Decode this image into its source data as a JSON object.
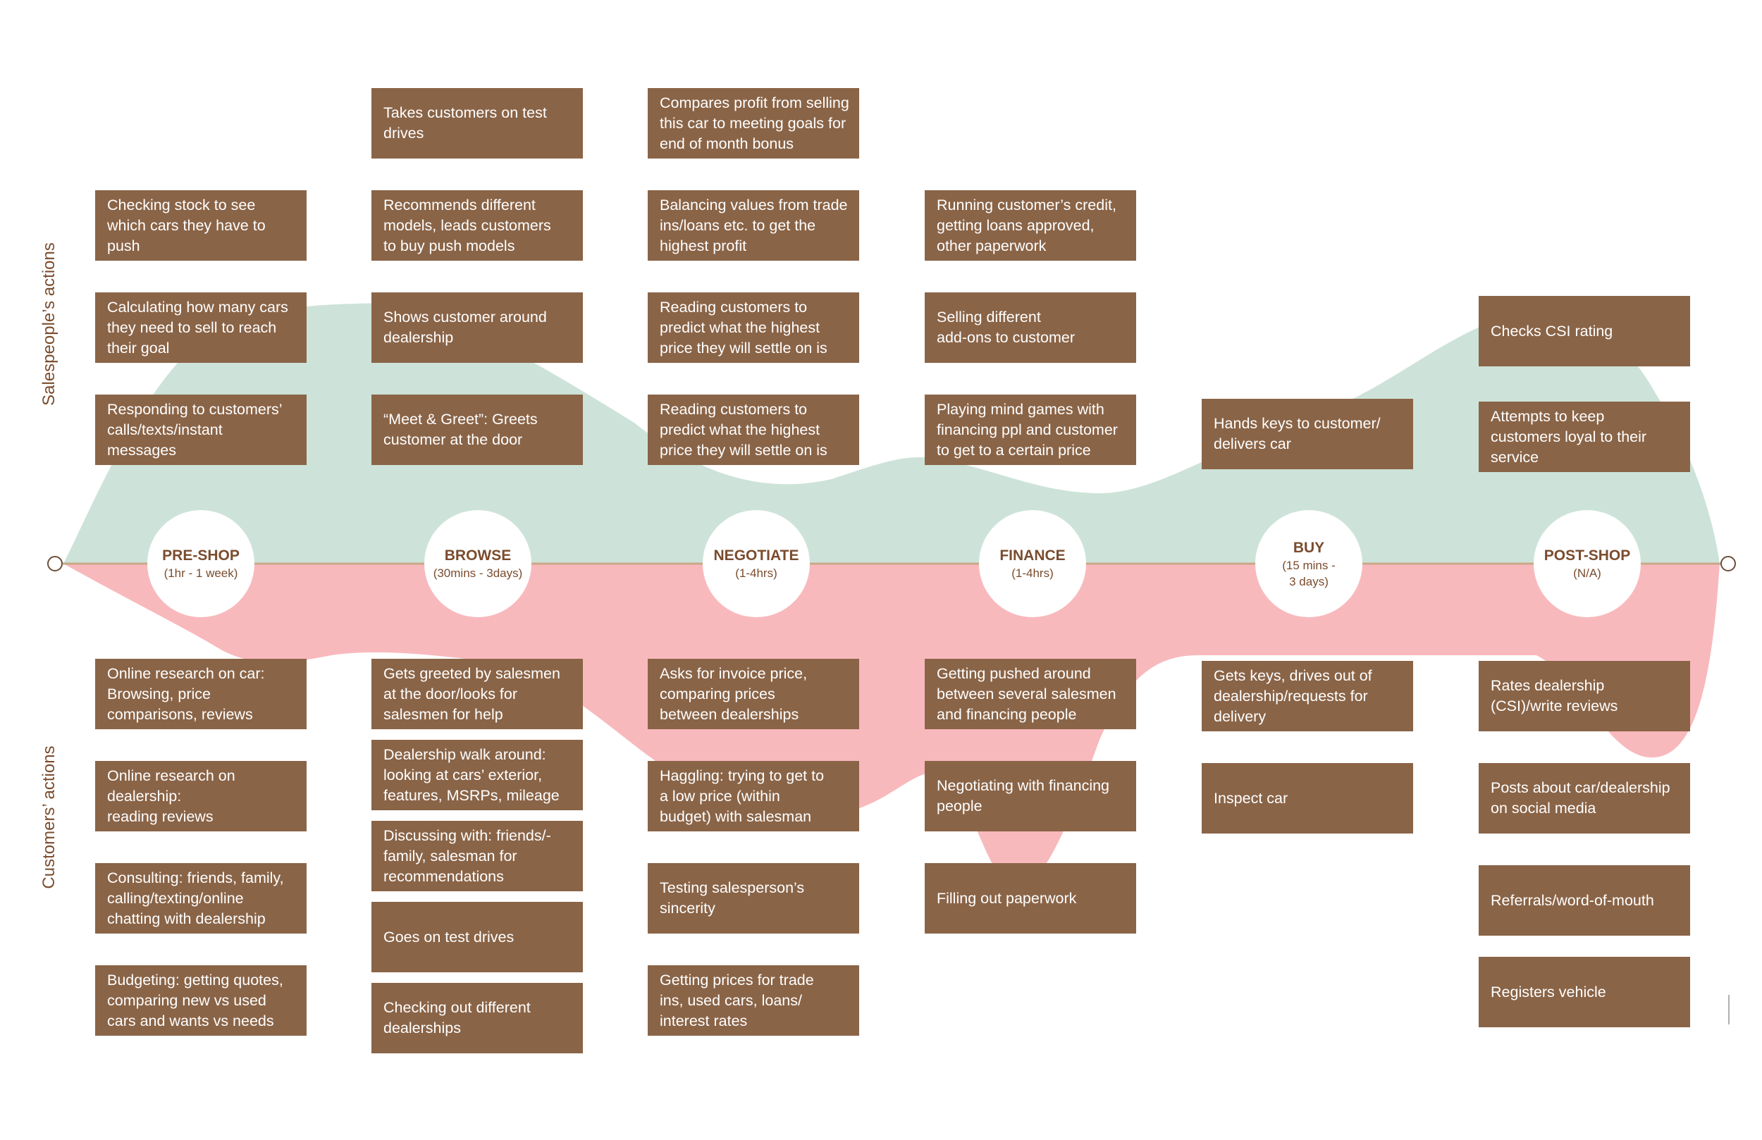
{
  "colors": {
    "salespeople_band": "#cde3d9",
    "customers_band": "#f8b9bd",
    "card": "#8a6447",
    "stage_text": "#7a4c2e",
    "axis": "#c8a887"
  },
  "labels": {
    "salespeople": "Salespeople’s actions",
    "customers": "Customers’ actions"
  },
  "stages": [
    {
      "name": "PRE-SHOP",
      "duration": "(1hr - 1 week)"
    },
    {
      "name": "BROWSE",
      "duration": "(30mins - 3days)"
    },
    {
      "name": "NEGOTIATE",
      "duration": "(1-4hrs)"
    },
    {
      "name": "FINANCE",
      "duration": "(1-4hrs)"
    },
    {
      "name": "BUY",
      "duration": "(15 mins -\n3 days)"
    },
    {
      "name": "POST-SHOP",
      "duration": "(N/A)"
    }
  ],
  "salespeople": [
    [
      "Responding to customers’\ncalls/texts/instant\nmessages",
      "Calculating how many cars\nthey need to sell to reach\ntheir goal",
      "Checking stock to see\nwhich cars they have to\npush"
    ],
    [
      "“Meet & Greet”: Greets\ncustomer at the door",
      "Shows customer around\ndealership",
      "Recommends different\nmodels, leads customers\nto buy push models",
      "Takes customers on test\ndrives"
    ],
    [
      "Reading customers to\npredict what the highest\nprice they will settle on is",
      "Reading customers to\npredict what the highest\nprice they will settle on is",
      "Balancing values from trade\nins/loans etc. to get the\nhighest profit",
      "Compares profit from selling\nthis car to meeting goals for\nend of month bonus"
    ],
    [
      "Playing mind games with\nfinancing ppl and customer\nto get to a certain price",
      "Selling different\nadd-ons to customer",
      "Running customer’s credit,\ngetting loans approved,\nother paperwork"
    ],
    [
      "Hands keys to customer/\ndelivers car"
    ],
    [
      "Attempts to keep\ncustomers loyal to their\nservice",
      "Checks CSI rating"
    ]
  ],
  "customers": [
    [
      "Online research on car:\nBrowsing, price\ncomparisons, reviews",
      "Online research on\ndealership:\nreading reviews",
      "Consulting: friends, family,\ncalling/texting/online\nchatting with dealership",
      "Budgeting: getting quotes,\ncomparing new vs used\ncars and wants vs needs"
    ],
    [
      "Gets greeted by salesmen\nat the door/looks for\nsalesmen for help",
      "Dealership walk around:\nlooking at cars’ exterior,\nfeatures, MSRPs, mileage",
      "Discussing with: friends/-\nfamily, salesman for\nrecommendations",
      "Goes on test drives",
      "Checking out different\ndealerships"
    ],
    [
      "Asks for invoice price,\ncomparing prices\nbetween dealerships",
      "Haggling: trying to get to\na low price (within\nbudget) with salesman",
      "Testing salesperson’s\nsincerity",
      "Getting prices for trade\nins, used cars, loans/\ninterest rates"
    ],
    [
      "Getting pushed around\nbetween several salesmen\nand financing people",
      "Negotiating with financing\npeople",
      "Filling out paperwork"
    ],
    [
      "Gets keys, drives out of\ndealership/requests for\ndelivery",
      "Inspect car"
    ],
    [
      "Rates dealership\n(CSI)/write reviews",
      "Posts about car/dealership\non social media",
      "Referrals/word-of-mouth",
      "Registers vehicle"
    ]
  ]
}
